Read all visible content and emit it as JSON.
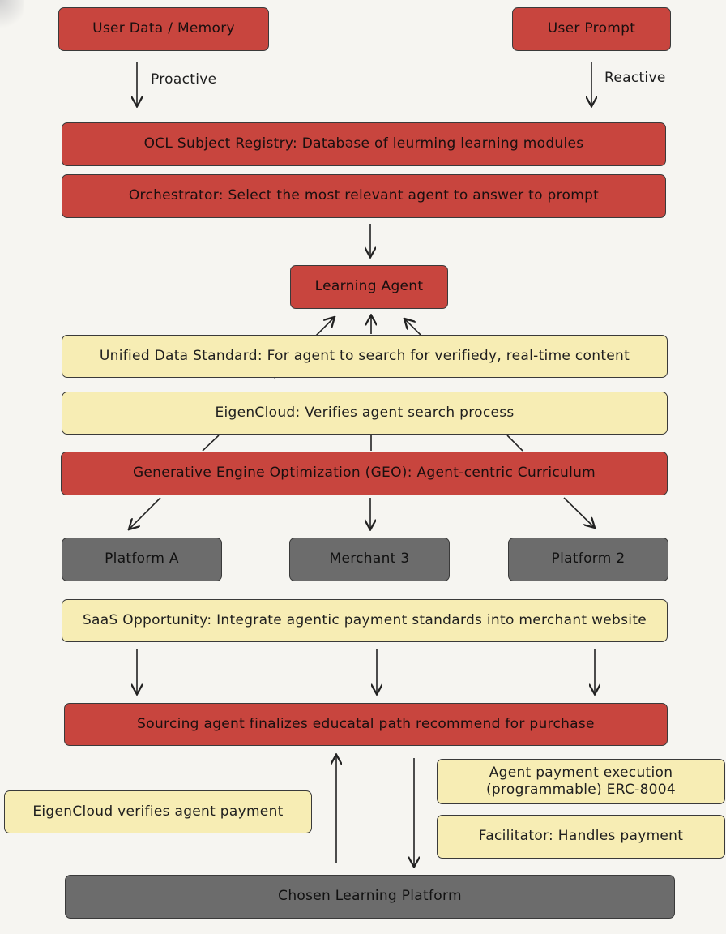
{
  "nodes": {
    "user_data_memory": "User Data / Memory",
    "user_prompt": "User Prompt",
    "ocl_registry": "OCL Subject Registry: Databǝse of leurming learning modules",
    "orchestrator": "Orchestrator: Select the most relevant agent to answer to prompt",
    "learning_agent": "Learning Agent",
    "unified_data_standard": "Unified Data Standard: For agent to search for verifiedy, real-time content",
    "eigencloud_search": "EigenCloud: Verifies agent search process",
    "geo": "Generative Engine Optimization (GEO): Agent-centric Curriculum",
    "platform_a": "Platform A",
    "merchant_3": "Merchant 3",
    "platform_2": "Platform 2",
    "saas_opportunity": "SaaS Opportunity: Integrate agentic payment standards into merchant website",
    "sourcing_agent": "Sourcing agent finalizes educatal path recommend for purchase",
    "eigencloud_payment": "EigenCloud verifies agent payment",
    "agent_payment_line1": "Agent payment execution",
    "agent_payment_line2": "(programmable) ERC-8004",
    "facilitator": "Facilitator: Handles payment",
    "chosen_platform": "Chosen Learning Platform"
  },
  "edge_labels": {
    "proactive": "Proactive",
    "reactive": "Reactive"
  },
  "colors": {
    "red": "#c8453e",
    "yellow": "#f7edb4",
    "gray": "#6c6c6c",
    "background": "#f6f5f1"
  }
}
